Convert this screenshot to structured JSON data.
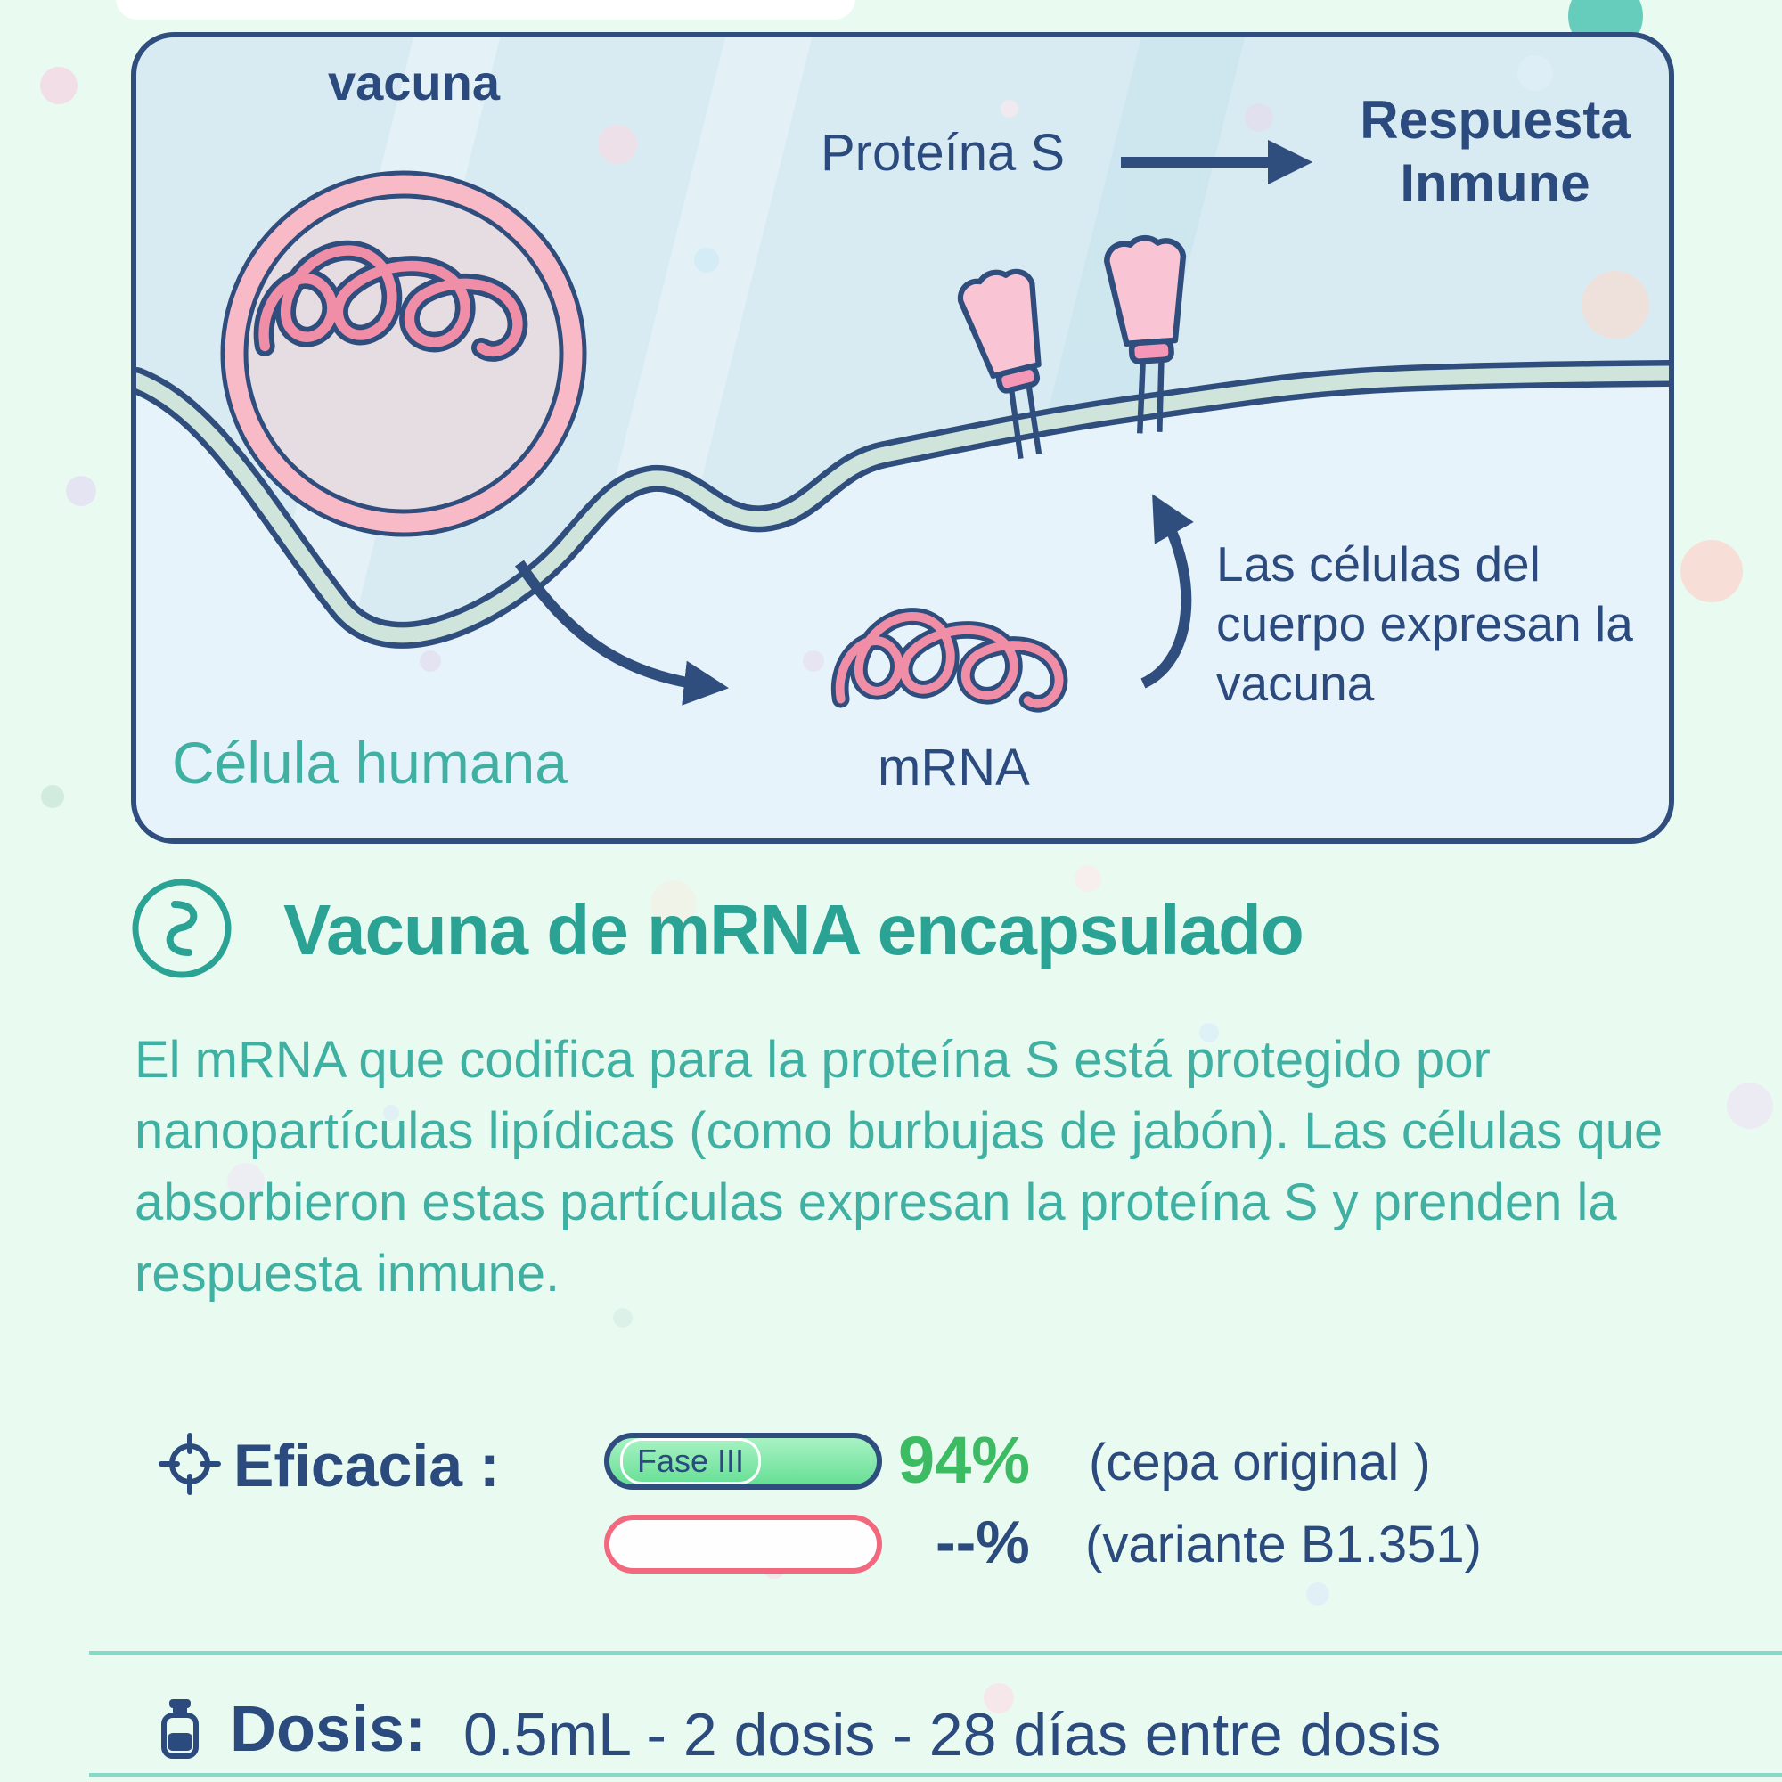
{
  "diagram": {
    "vacuna": "vacuna",
    "proteina_s": "Proteína S",
    "respuesta": "Respuesta Inmune",
    "celulas": "Las células del cuerpo expresan la vacuna",
    "mrna": "mRNA",
    "celula_humana": "Célula humana"
  },
  "section": {
    "title": "Vacuna de mRNA encapsulado",
    "body": "El mRNA que codifica para la proteína S está protegido por nanopartículas lipídicas (como burbujas de jabón). Las células que absorbieron estas partículas expresan la proteína S y prenden la respuesta inmune."
  },
  "eficacia": {
    "label": "Eficacia :",
    "rows": [
      {
        "phase": "Fase III",
        "value": "94%",
        "note": "(cepa original )"
      },
      {
        "phase": "",
        "value": "--%",
        "note": "(variante B1.351)"
      }
    ]
  },
  "dosis": {
    "label": "Dosis:",
    "value": "0.5mL - 2 dosis - 28 días entre dosis"
  },
  "icons": {
    "section": "dna-squiggle-icon",
    "eficacia": "target-icon",
    "dosis": "vial-icon"
  },
  "colors": {
    "background": "#e9fbf1",
    "navy": "#2b4a7d",
    "teal_heading": "#2aa394",
    "teal_text": "#3fb0a1",
    "green": "#3dbb63",
    "pink": "#f2697f",
    "panel": "#d9ebf2"
  }
}
